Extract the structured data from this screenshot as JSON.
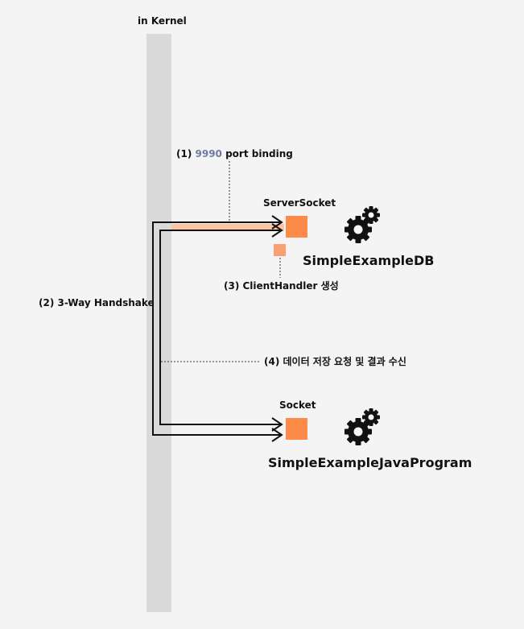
{
  "colors": {
    "background": "#f4f4f4",
    "kernel_bar": "#dadada",
    "socket": "#fc8a48",
    "socket_small": "#f9a073",
    "binding_highlight": "#fcc3a3",
    "line": "#111111"
  },
  "kernel": {
    "label": "in Kernel"
  },
  "steps": {
    "step1": {
      "prefix": "(1) ",
      "port": "9990",
      "suffix": " port binding"
    },
    "step2": "(2) 3-Way Handshake",
    "step3": "(3) ClientHandler 생성",
    "step4": "(4) 데이터 저장 요청 및 결과 수신"
  },
  "server": {
    "socket_label": "ServerSocket",
    "app_name": "SimpleExampleDB",
    "icon": "gears-icon"
  },
  "client": {
    "socket_label": "Socket",
    "app_name": "SimpleExampleJavaProgram",
    "icon": "gears-icon"
  }
}
